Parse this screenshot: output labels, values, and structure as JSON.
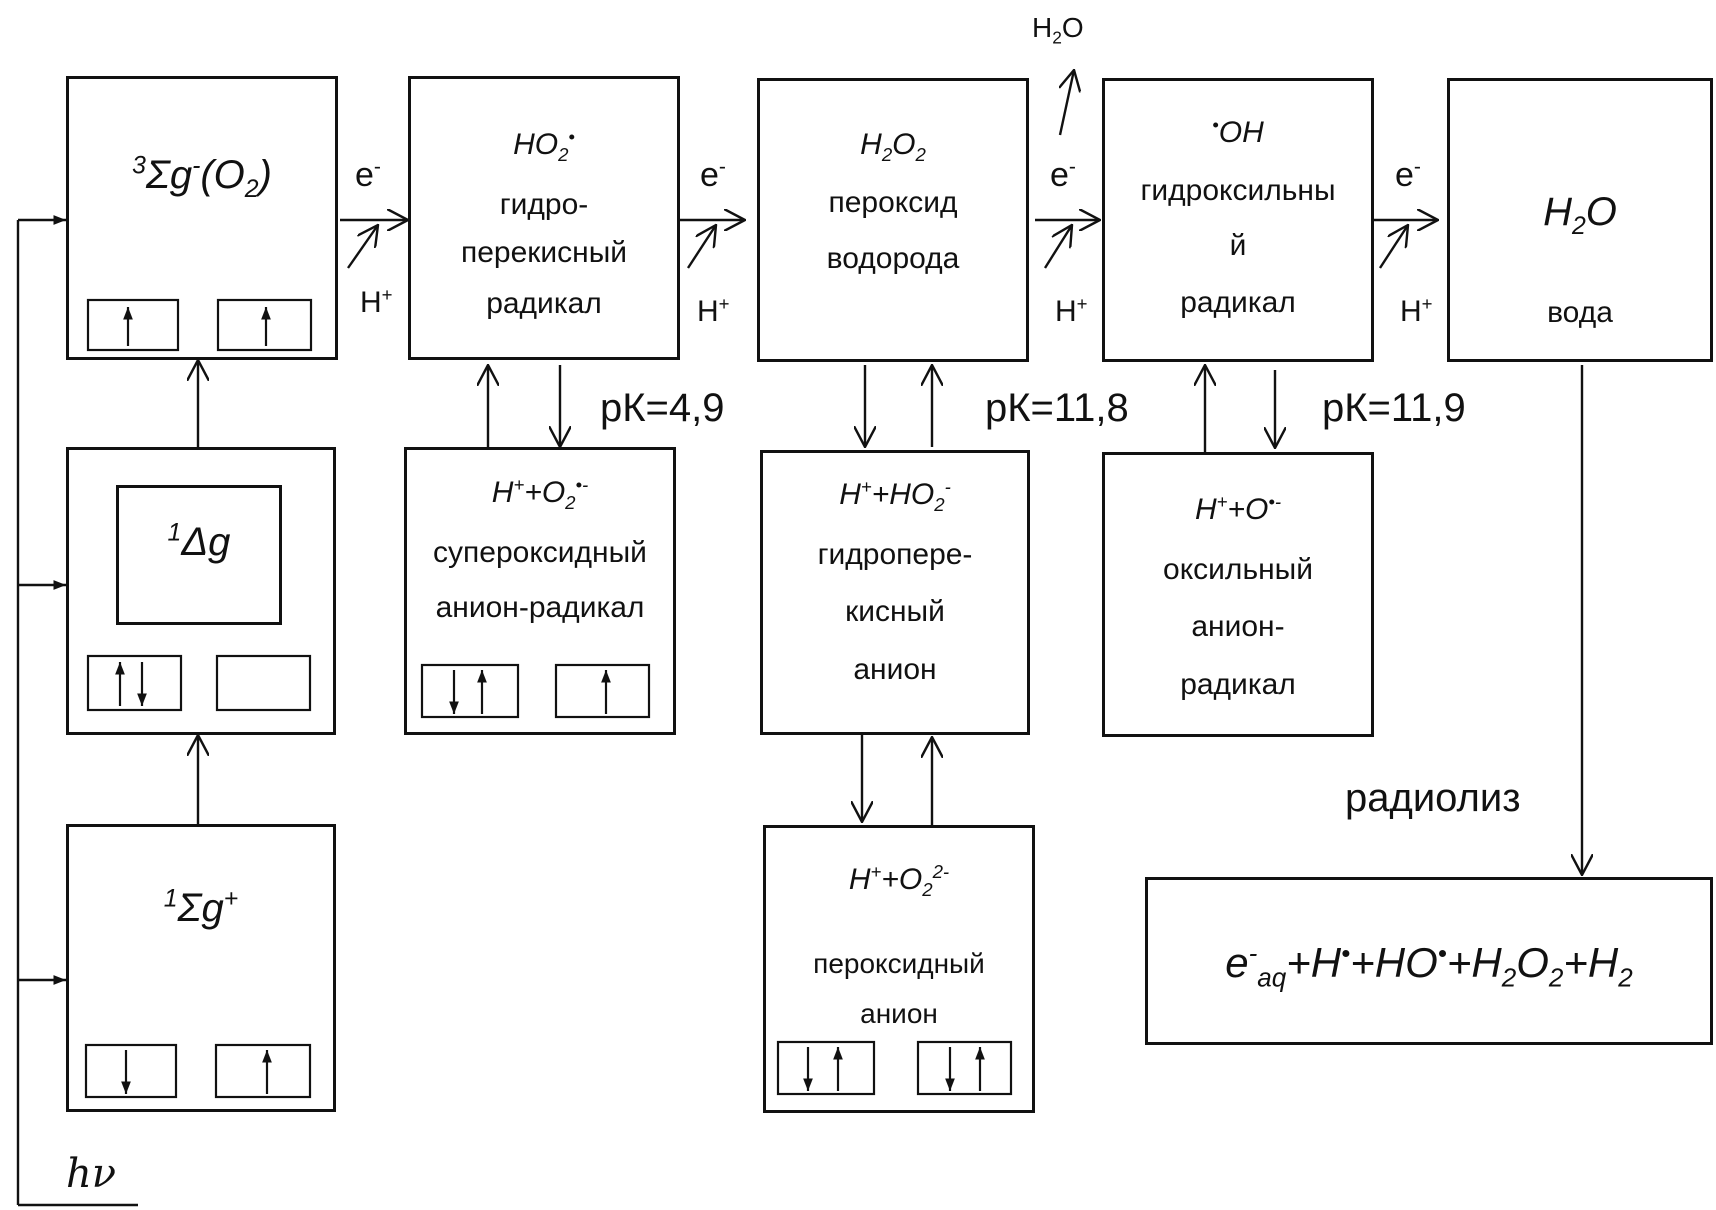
{
  "states": {
    "triplet": {
      "term": "Σg",
      "pre": "3",
      "sup": "-",
      "tail": "(O",
      "tail_sub": "2",
      "tail_end": ")"
    },
    "singlet_delta": {
      "pre": "1",
      "term": "Δg"
    },
    "singlet_sigma": {
      "pre": "1",
      "term": "Σg",
      "sup": "+"
    },
    "hv": "hν"
  },
  "chain": {
    "ho2": {
      "formula_main": "HO",
      "formula_sub": "2",
      "dot": "•",
      "line1": "гидро-",
      "line2": "перекисный",
      "line3": "радикал"
    },
    "h2o2": {
      "f1": "H",
      "f1_sub": "2",
      "f2": "O",
      "f2_sub": "2",
      "line1": "пероксид",
      "line2": "водорода"
    },
    "oh": {
      "dot": "•",
      "formula": "OH",
      "line1": "гидроксильны",
      "line2": "й",
      "line3": "радикал"
    },
    "water": {
      "f1": "H",
      "f1_sub": "2",
      "f2": "O",
      "line1": "вода"
    }
  },
  "anions": {
    "superoxide": {
      "f1": "H",
      "f1_sup": "+",
      "f2": "+O",
      "f2_sub": "2",
      "f2_sup": "•-",
      "line1": "супероксидный",
      "line2": "анион-радикал"
    },
    "hydroperoxide": {
      "f1": "H",
      "f1_sup": "+",
      "f2": "+HO",
      "f2_sub": "2",
      "f2_sup": "-",
      "line1": "гидропере-",
      "line2": "кисный",
      "line3": "анион"
    },
    "oxyl": {
      "f1": "H",
      "f1_sup": "+",
      "f2": "+O",
      "f2_sup": "•-",
      "line1": "оксильный",
      "line2": "анион-",
      "line3": "радикал"
    },
    "peroxide": {
      "f1": "H",
      "f1_sup": "+",
      "f2": "+O",
      "f2_sub": "2",
      "f2_sup": "2-",
      "line1": "пероксидный",
      "line2": "анион"
    }
  },
  "arrows": {
    "e_label": "e",
    "e_sup": "-",
    "h_label": "H",
    "h_sup": "+",
    "h2o_out_main": "H",
    "h2o_out_sub": "2",
    "h2o_out_end": "O"
  },
  "pk": {
    "pk1": "рК=4,9",
    "pk2": "рК=11,8",
    "pk3": "рК=11,9"
  },
  "radiolysis": {
    "label": "радиолиз",
    "e": "e",
    "e_sup": "-",
    "e_sub": "aq",
    "p1": "+H",
    "p1_sup": "•",
    "p2": "+HO",
    "p2_sup": "•",
    "p3": "+H",
    "p3_sub": "2",
    "p3b": "O",
    "p3b_sub": "2",
    "p4": "+H",
    "p4_sub": "2"
  }
}
